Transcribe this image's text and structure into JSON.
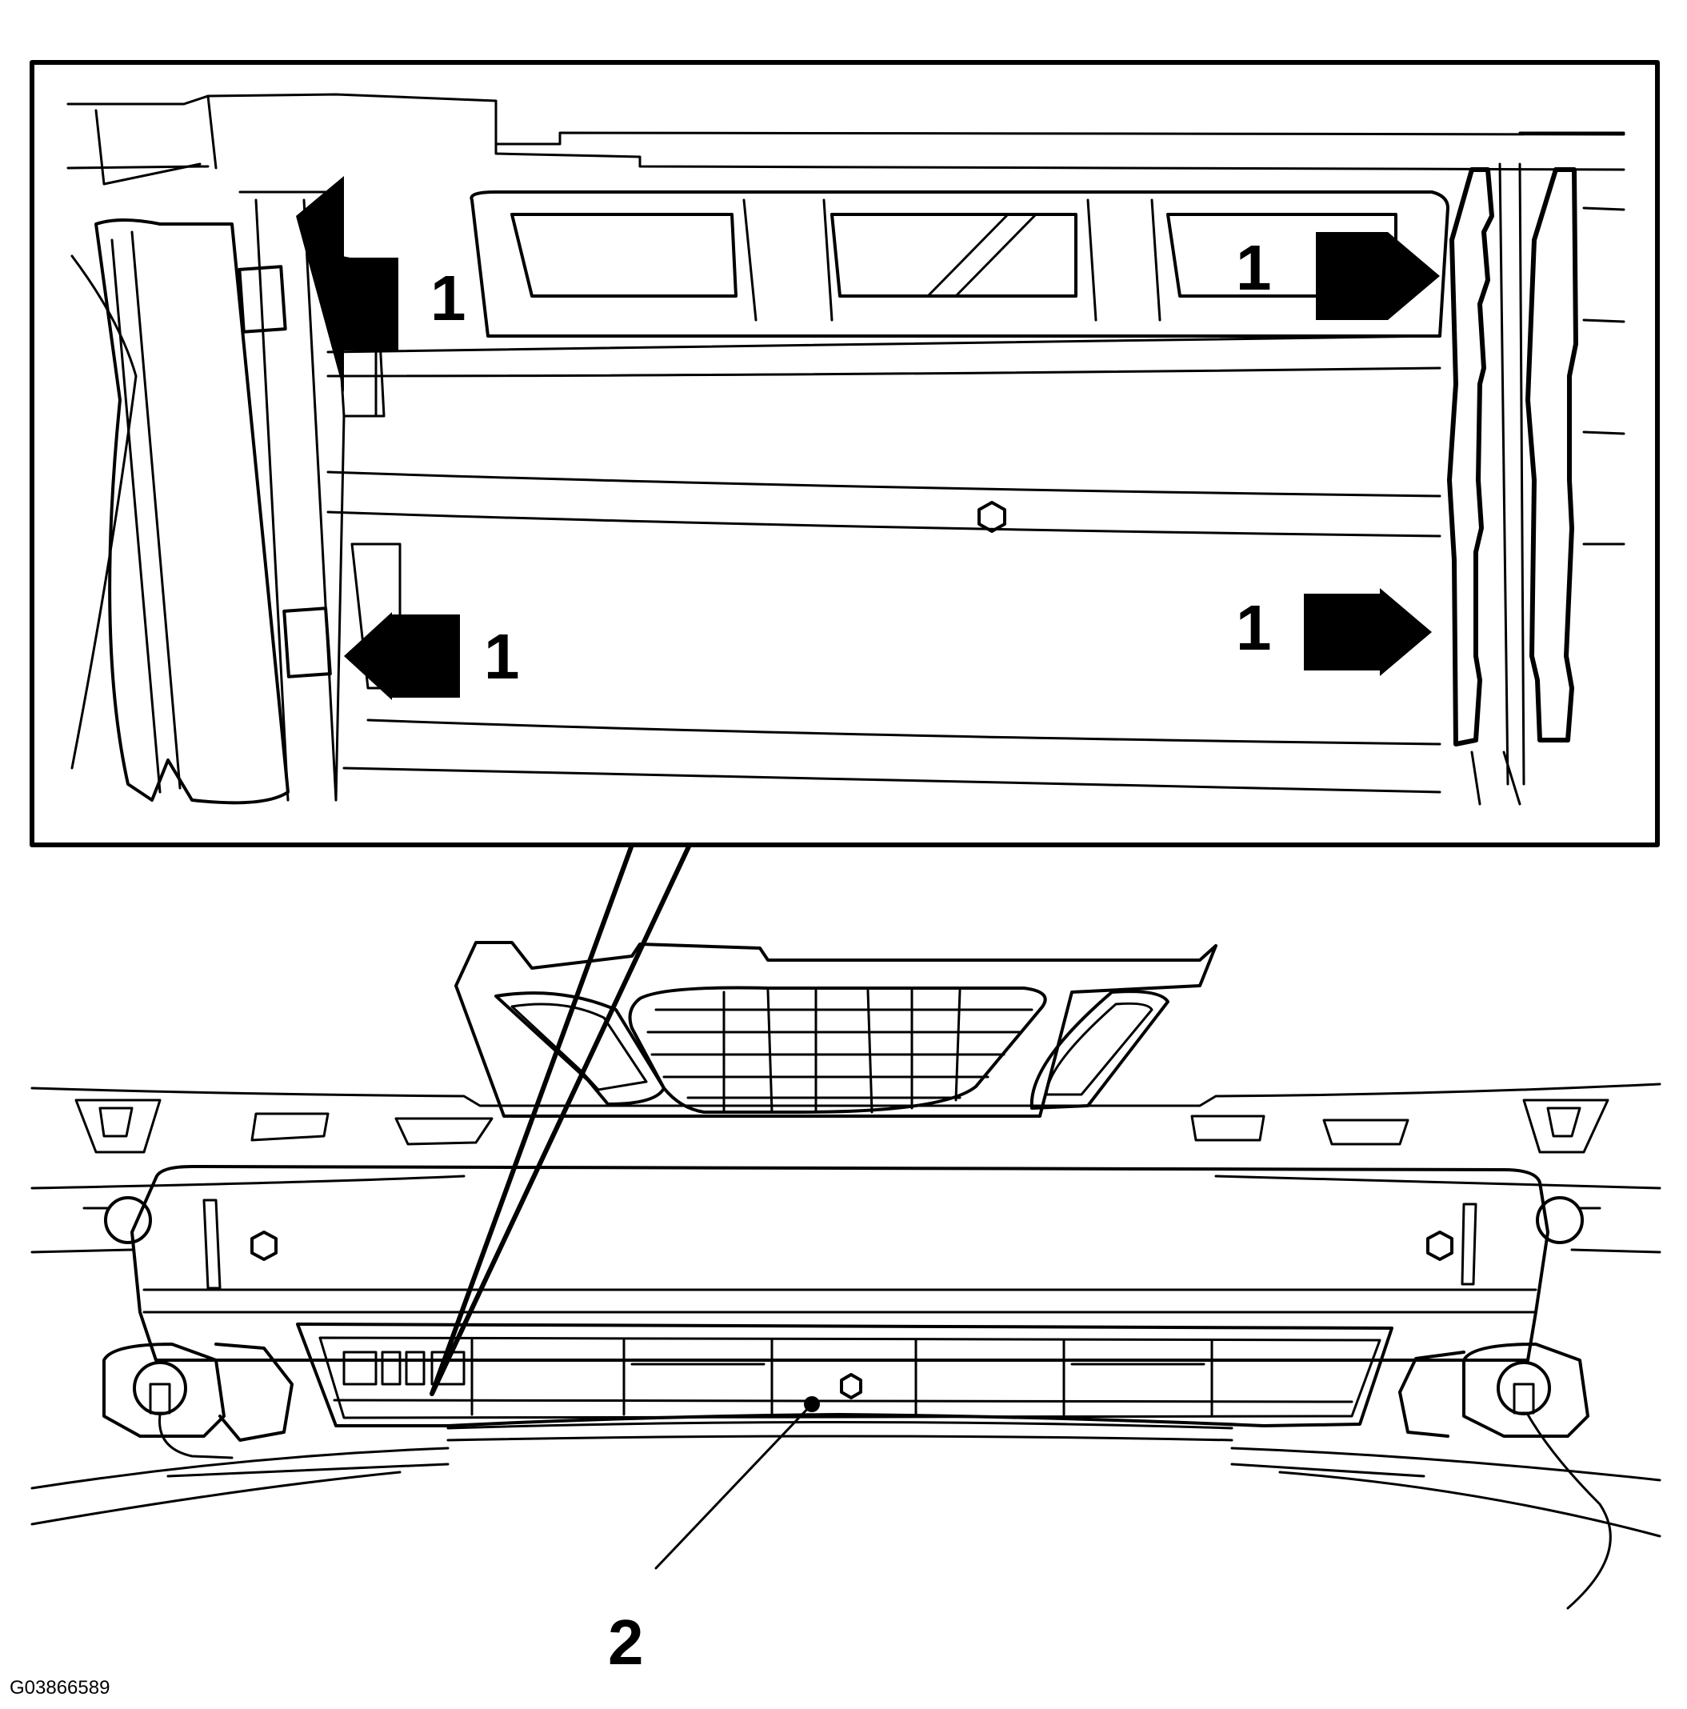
{
  "callouts": {
    "clip_top_left": "1",
    "clip_bottom_left": "1",
    "clip_top_right": "1",
    "clip_bottom_right": "1",
    "fastener": "2"
  },
  "figure_id": "G03866589",
  "colors": {
    "line": "#000000",
    "background": "#ffffff"
  }
}
